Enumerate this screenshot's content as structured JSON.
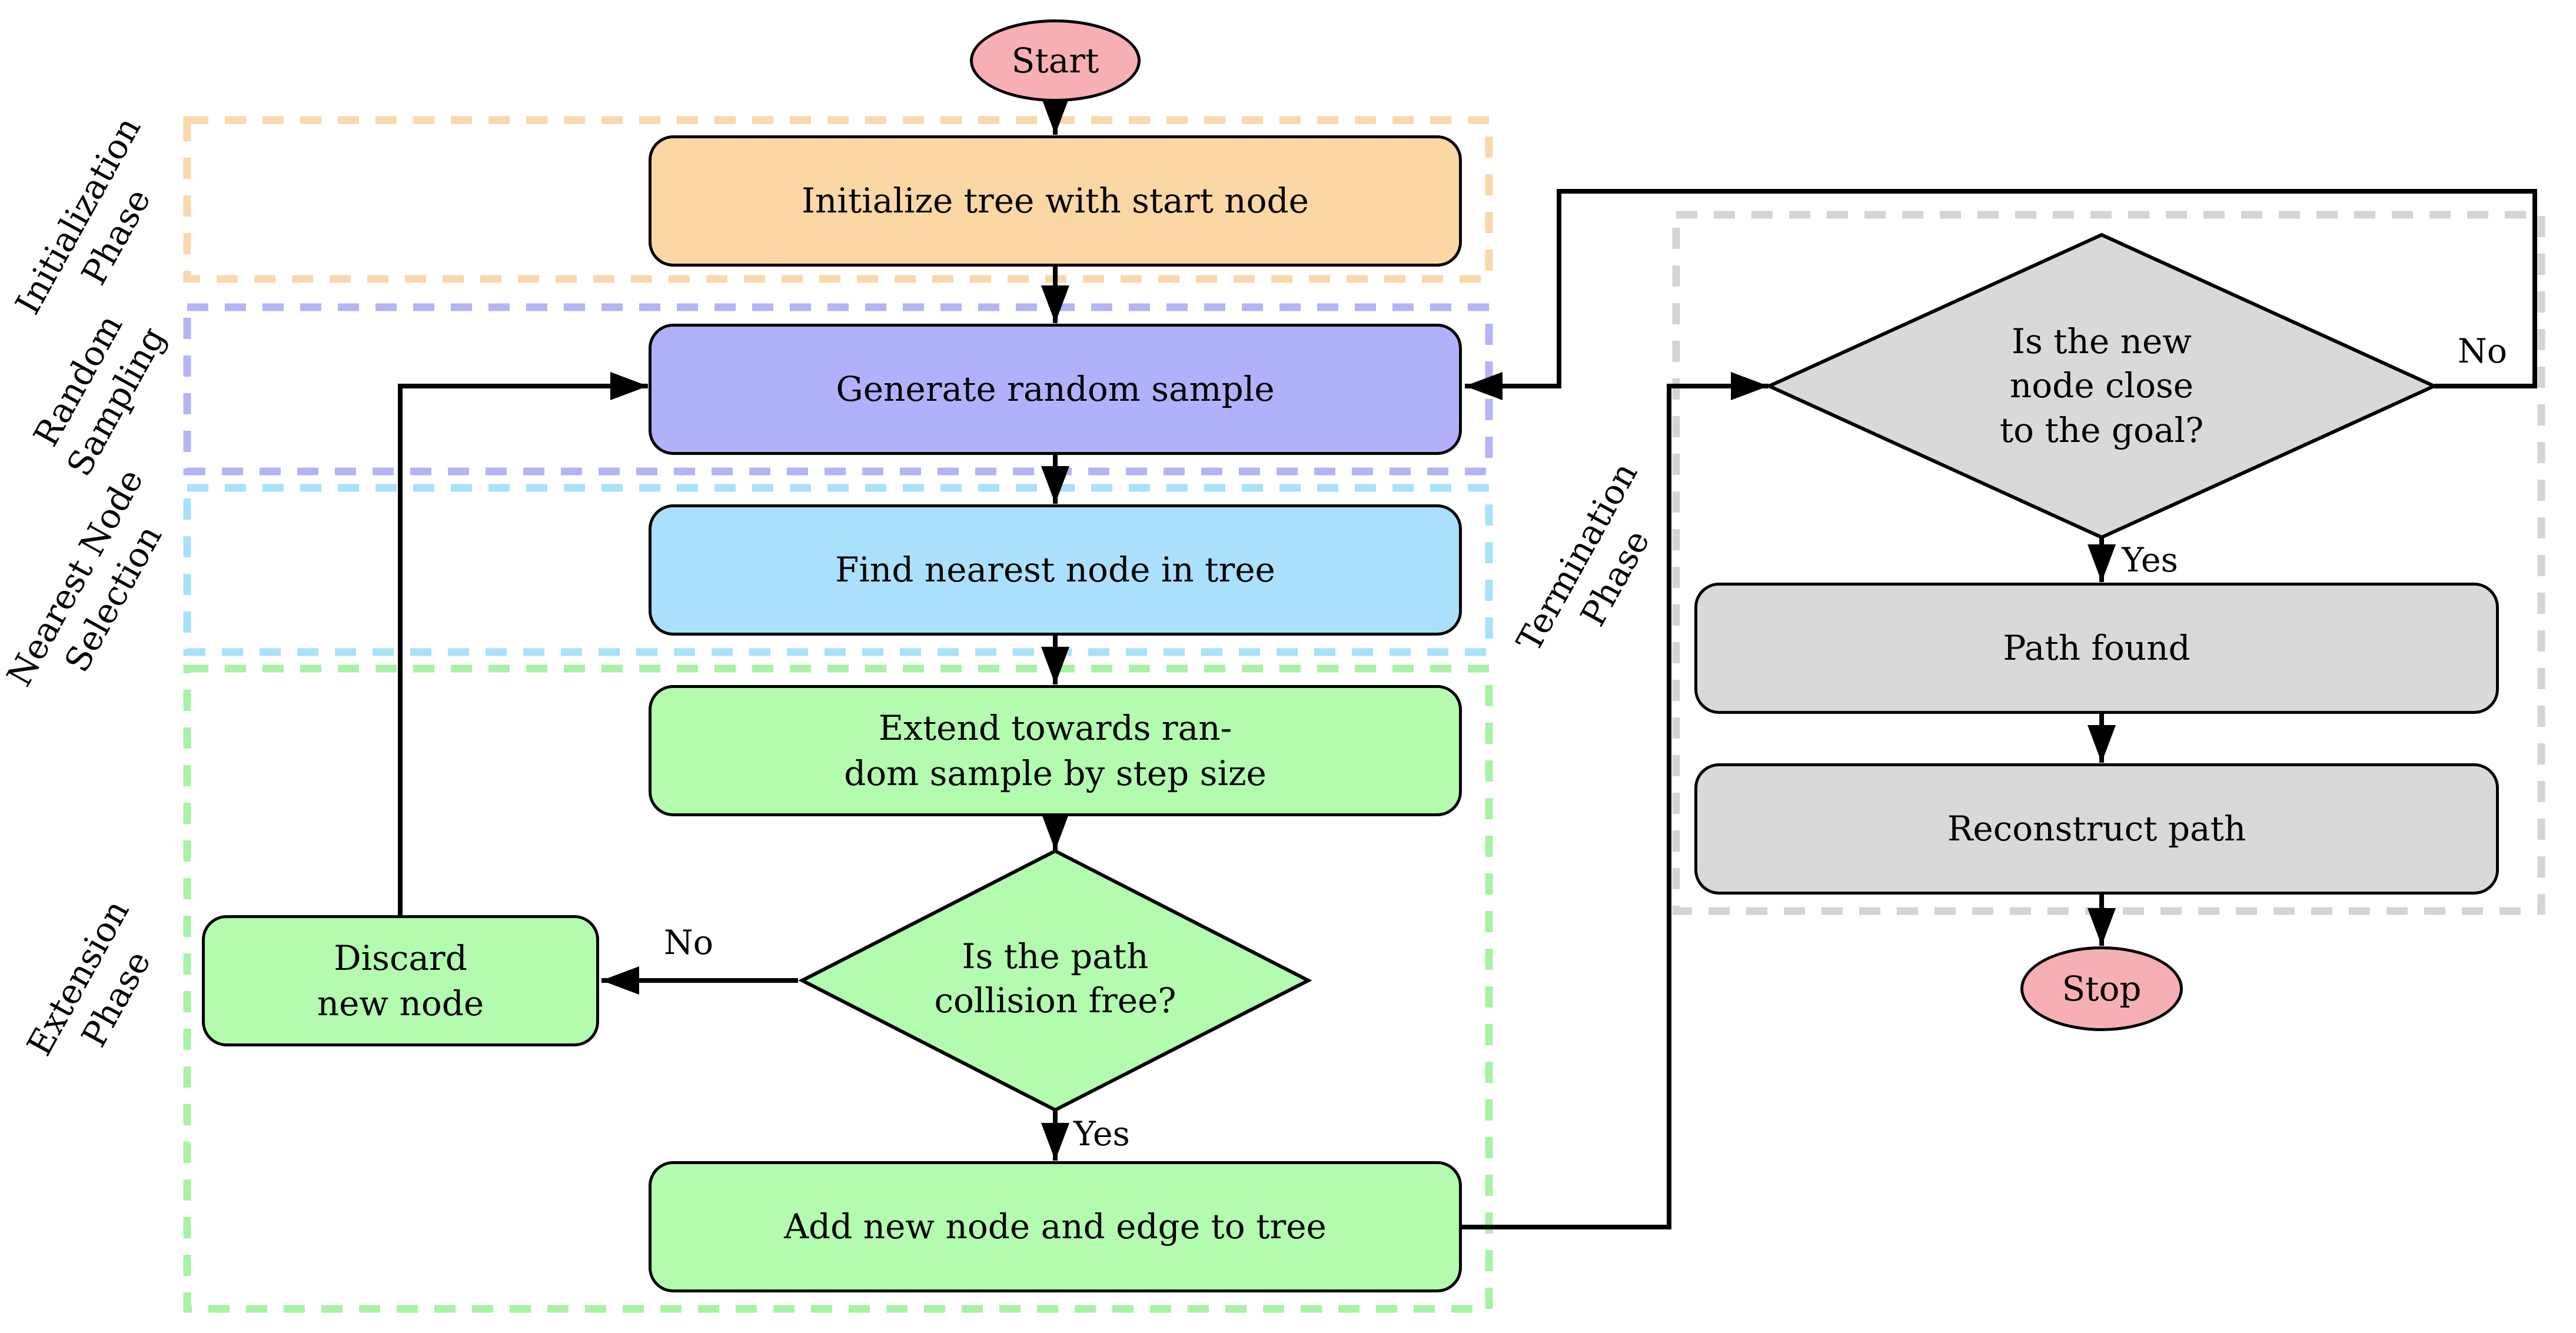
{
  "phases": [
    {
      "label": "Initialization\nPhase",
      "color": "#F8D8AC"
    },
    {
      "label": "Random\nSampling",
      "color": "#B4B4F4"
    },
    {
      "label": "Nearest Node\nSelection",
      "color": "#A8E1F8"
    },
    {
      "label": "Extension\nPhase",
      "color": "#A9F1A5"
    },
    {
      "label": "Termination\nPhase",
      "color": "#D4D4D4"
    }
  ],
  "nodes": {
    "start": {
      "label": "Start",
      "fill": "#F6AFB2"
    },
    "initialize": {
      "label": "Initialize tree with start node",
      "fill": "#FBD7A4"
    },
    "generate": {
      "label": "Generate random sample",
      "fill": "#B1B1FB"
    },
    "find_nearest": {
      "label": "Find nearest node in tree",
      "fill": "#AAE0FB"
    },
    "extend": {
      "label": "Extend towards ran-\ndom sample by step size",
      "fill": "#B2FBAF"
    },
    "collision_check": {
      "label": "Is the path\ncollision free?",
      "fill": "#B2FBAF"
    },
    "discard": {
      "label": "Discard\nnew node",
      "fill": "#B2FBAF"
    },
    "add_node": {
      "label": "Add new node and edge to tree",
      "fill": "#B2FBAF"
    },
    "goal_check": {
      "label": "Is the new\nnode close\nto the goal?",
      "fill": "#D9D9D9"
    },
    "path_found": {
      "label": "Path found",
      "fill": "#D9D9D9"
    },
    "reconstruct": {
      "label": "Reconstruct path",
      "fill": "#D9D9D9"
    },
    "stop": {
      "label": "Stop",
      "fill": "#F6AFB2"
    }
  },
  "edge_labels": {
    "collision_no": "No",
    "collision_yes": "Yes",
    "goal_no": "No",
    "goal_yes": "Yes"
  },
  "line_color": "#000000"
}
